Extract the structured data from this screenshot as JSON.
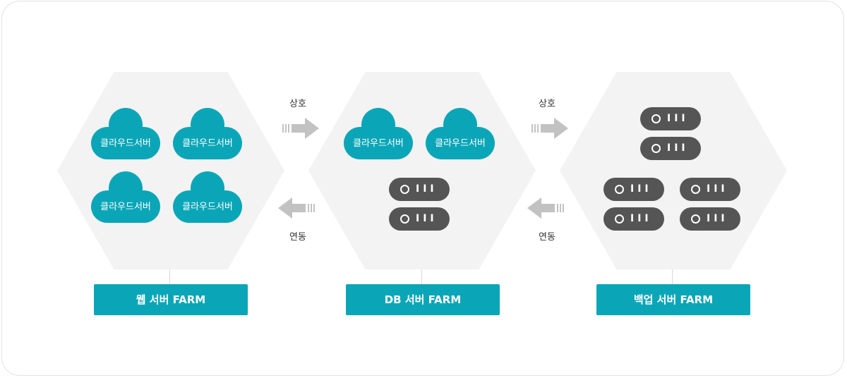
{
  "cloud_label": "클라우드서버",
  "farms": [
    {
      "label": "웹 서버 FARM"
    },
    {
      "label": "DB 서버 FARM"
    },
    {
      "label": "백업 서버 FARM"
    }
  ],
  "links": [
    {
      "top_label": "상호",
      "bottom_label": "연동"
    },
    {
      "top_label": "상호",
      "bottom_label": "연동"
    }
  ],
  "colors": {
    "hex_bg": "#f3f3f3",
    "cloud": "#0aa6b8",
    "server": "#555555",
    "label_box": "#0aa6b8",
    "arrow": "#c2c2c2"
  }
}
